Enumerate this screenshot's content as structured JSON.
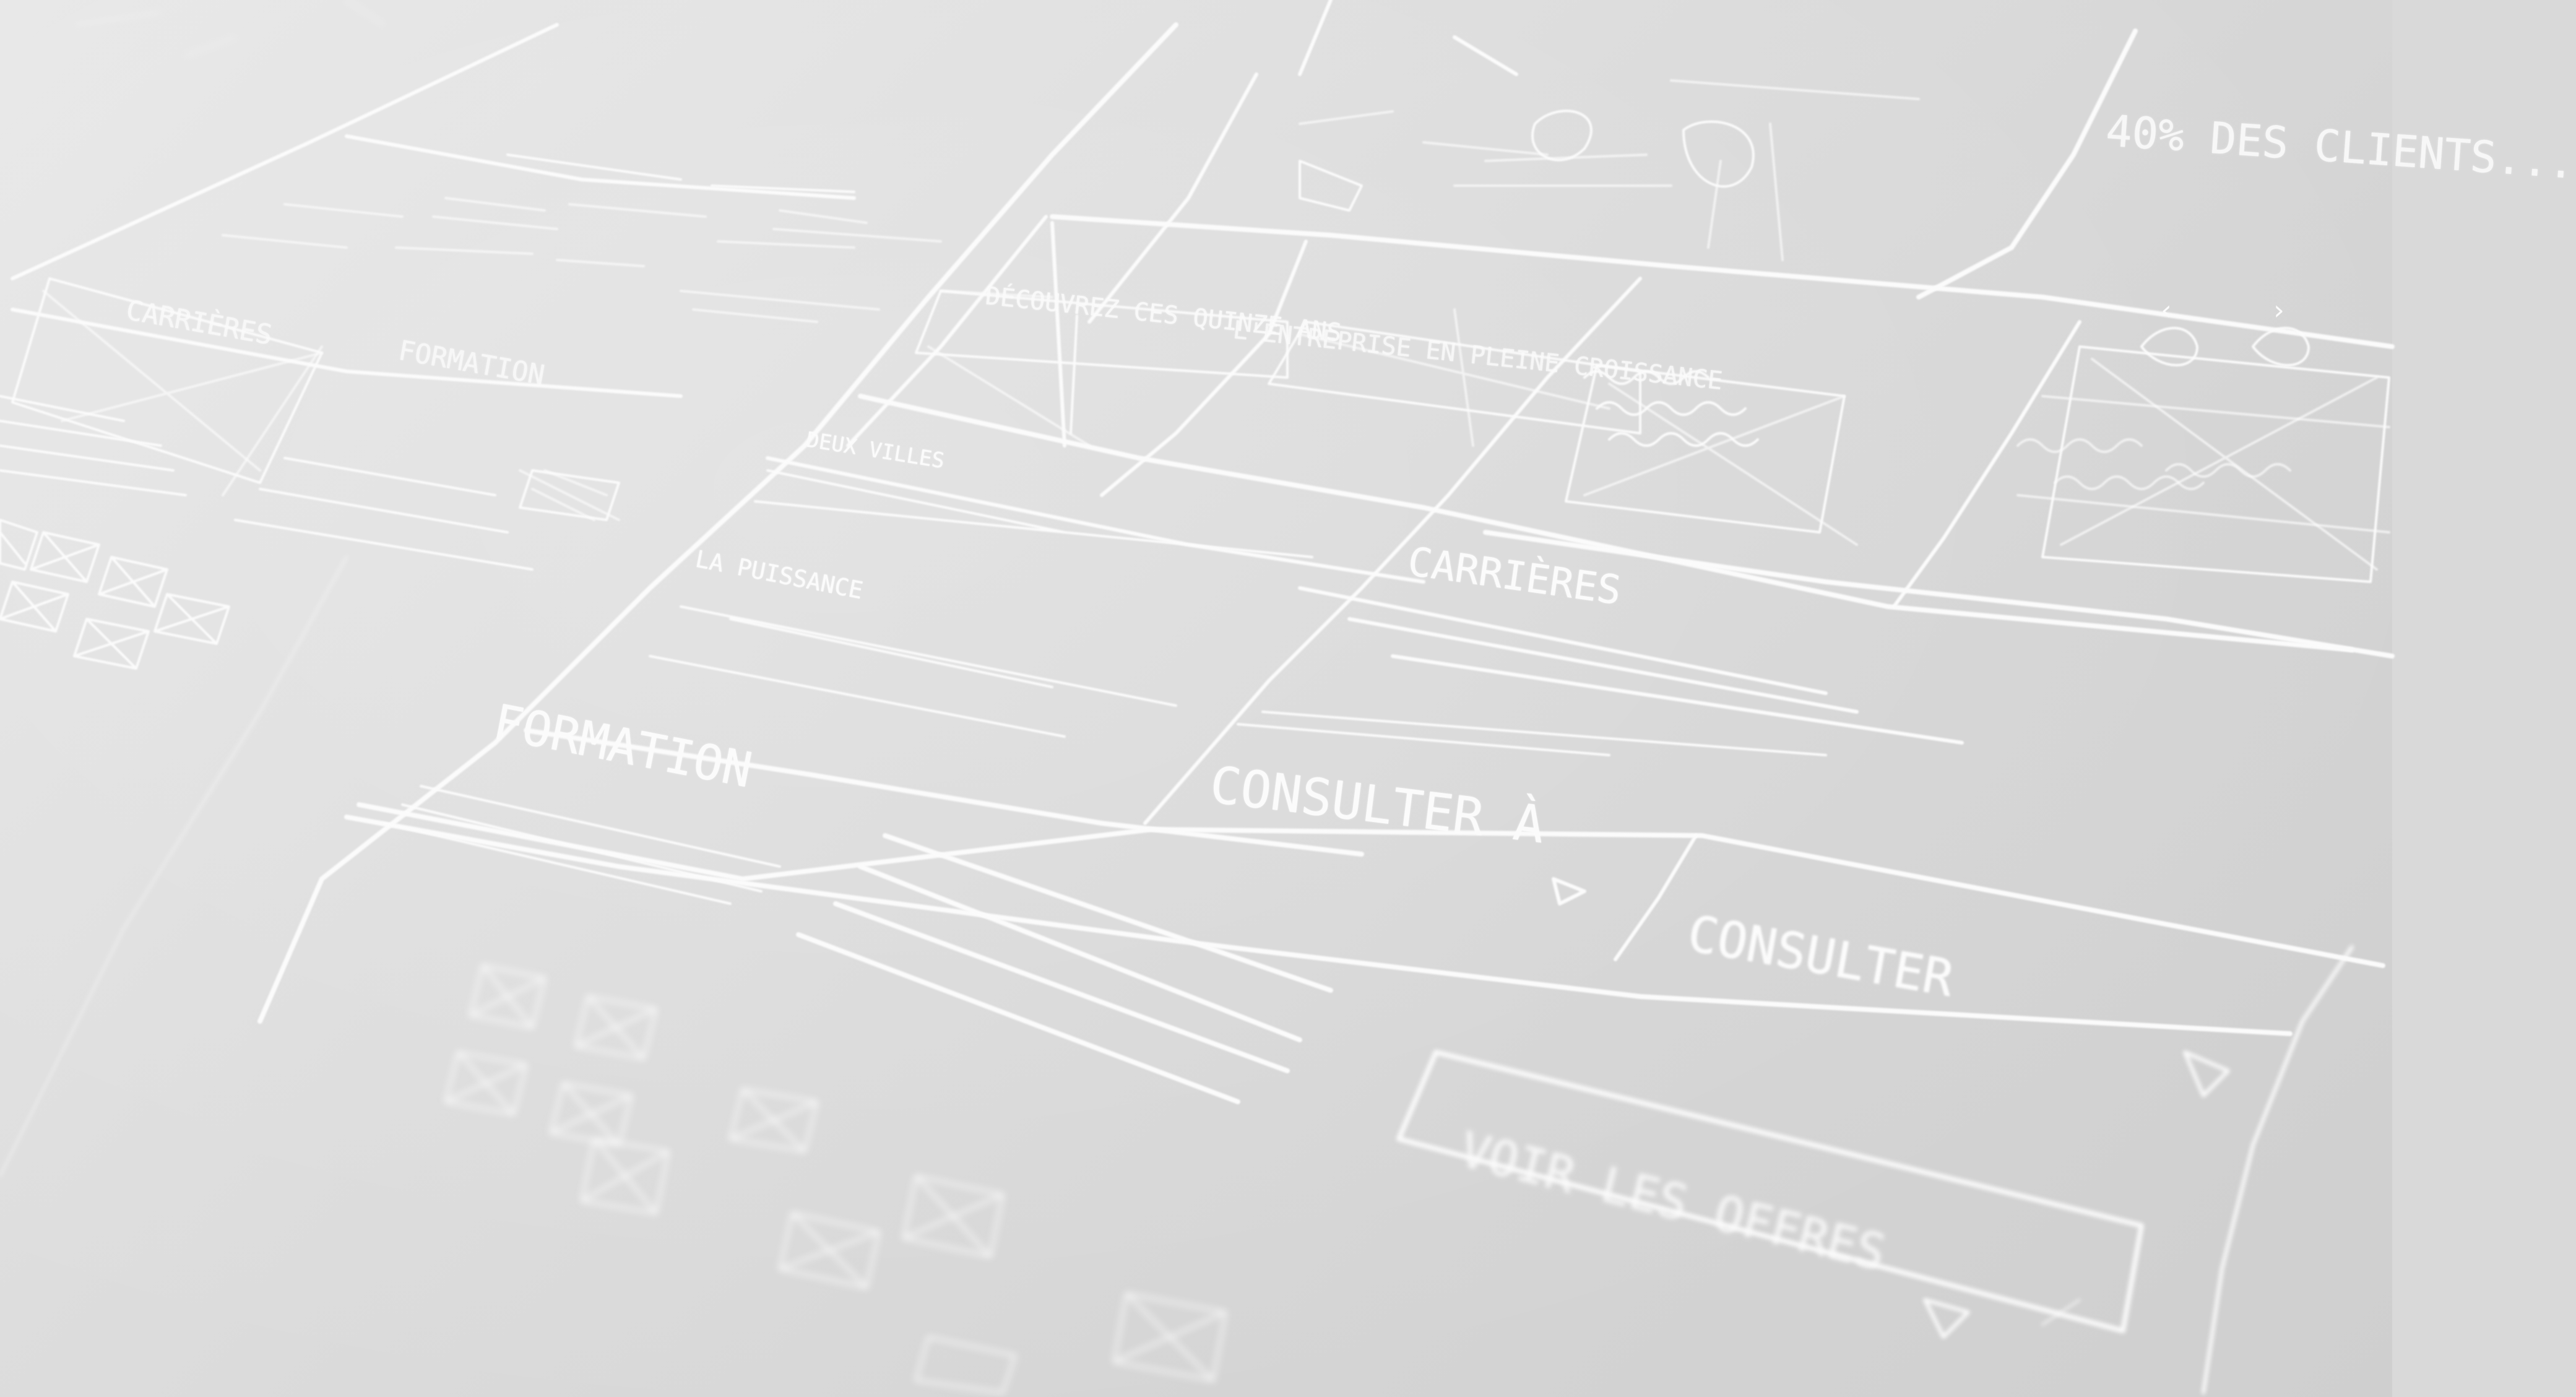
{
  "sketch": {
    "page_top": {
      "quote": "Découvrez ces quinze ans",
      "quote_alt": "L'entreprise en pleine croissance"
    },
    "left_panel": {
      "heading_carrieres": "Carrières",
      "heading_formation": "Formation"
    },
    "middle": {
      "deux_villes": "Deux villes",
      "la_puissance": "La puissance"
    },
    "right": {
      "carrieres_title": "Carrières",
      "right_text": "40% des clients..."
    },
    "bottom": {
      "formation_title": "Formation",
      "consulter_a": "Consulter à",
      "consulter": "Consulter",
      "button_label": "Voir les offres"
    },
    "colors": {
      "paper": "#d9d9d9",
      "ink": "#fbfbfb"
    },
    "icons": {
      "prev": "chevron-left-icon",
      "next": "chevron-right-icon",
      "triangle": "play-triangle-icon"
    }
  }
}
